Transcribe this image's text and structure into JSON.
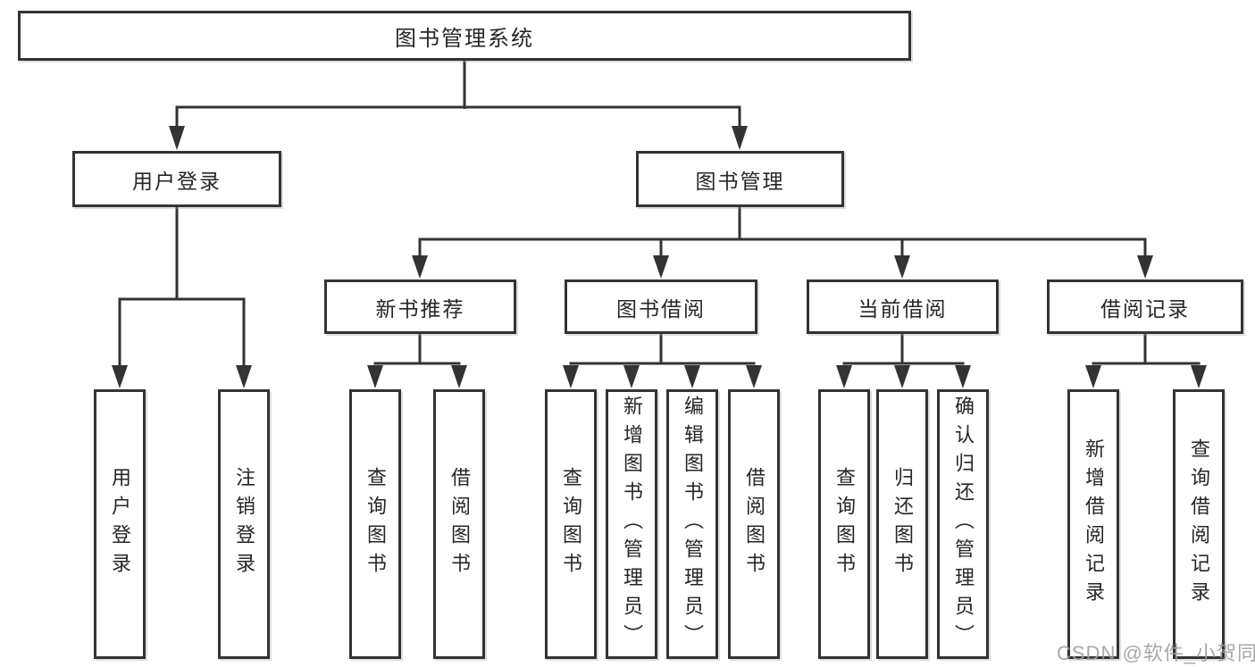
{
  "nodes": {
    "root": {
      "label": "图书管理系统"
    },
    "user_login": {
      "label": "用户登录"
    },
    "book_management": {
      "label": "图书管理"
    },
    "new_book_recommend": {
      "label": "新书推荐"
    },
    "book_borrowing": {
      "label": "图书借阅"
    },
    "current_borrowing": {
      "label": "当前借阅"
    },
    "borrowing_records": {
      "label": "借阅记录"
    },
    "leaf_user_login": {
      "label": "用户登录"
    },
    "leaf_logout": {
      "label": "注销登录"
    },
    "leaf_query_book_recommend": {
      "label": "查询图书"
    },
    "leaf_borrow_book_recommend": {
      "label": "借阅图书"
    },
    "leaf_query_book_borrowing": {
      "label": "查询图书"
    },
    "leaf_add_book_admin": {
      "label": "新增图书（管理员）"
    },
    "leaf_edit_book_admin": {
      "label": "编辑图书（管理员）"
    },
    "leaf_borrow_book_borrowing": {
      "label": "借阅图书"
    },
    "leaf_query_book_current": {
      "label": "查询图书"
    },
    "leaf_return_book": {
      "label": "归还图书"
    },
    "leaf_confirm_return_admin": {
      "label": "确认归还（管理员）"
    },
    "leaf_add_borrow_record": {
      "label": "新增借阅记录"
    },
    "leaf_query_borrow_record": {
      "label": "查询借阅记录"
    }
  },
  "watermark": {
    "text": "CSDN @软件_小贺同学"
  },
  "colors": {
    "line": "#333333",
    "box_border": "#333333",
    "text": "#262626",
    "watermark": "#9e9e9e",
    "background": "#ffffff"
  }
}
